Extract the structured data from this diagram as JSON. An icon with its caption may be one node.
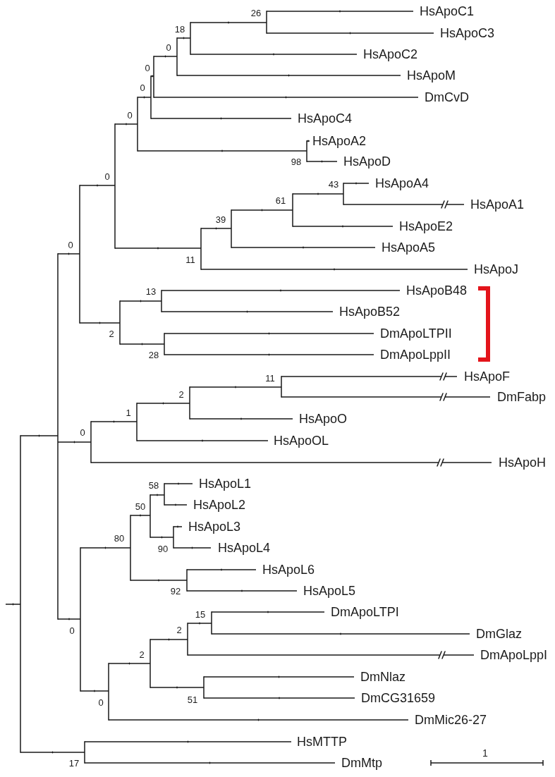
{
  "diagram": {
    "nodes": [
      {
        "text": [],
        "shape": "line"
      },
      {
        "text": [],
        "shape": "line"
      },
      {
        "text": [],
        "shape": "line",
        "beside": [
          "0"
        ]
      },
      {
        "text": [],
        "shape": "line",
        "beside": [
          "0"
        ]
      },
      {
        "text": [],
        "shape": "line",
        "beside": [
          "0"
        ]
      },
      {
        "text": [],
        "shape": "line",
        "beside": [
          "0"
        ]
      },
      {
        "text": [],
        "shape": "line",
        "beside": [
          "0"
        ]
      },
      {
        "text": [],
        "shape": "line",
        "beside": [
          "0"
        ]
      },
      {
        "text": [],
        "shape": "line",
        "beside": [
          "18"
        ]
      },
      {
        "text": [],
        "shape": "line",
        "beside": [
          "26"
        ]
      },
      {
        "text": [
          "HsApoC1"
        ]
      },
      {
        "text": [
          "HsApoC3"
        ]
      },
      {
        "text": [
          "HsApoC2"
        ]
      },
      {
        "text": [
          "HsApoM"
        ]
      },
      {
        "text": [
          "DmCvD"
        ]
      },
      {
        "text": [
          "HsApoC4"
        ]
      },
      {
        "text": [],
        "shape": "line",
        "beside": [
          "98"
        ]
      },
      {
        "text": [
          "HsApoA2"
        ]
      },
      {
        "text": [
          "HsApoD"
        ]
      },
      {
        "text": [],
        "shape": "line",
        "beside": [
          "11"
        ]
      },
      {
        "text": [],
        "shape": "line",
        "beside": [
          "39"
        ]
      },
      {
        "text": [],
        "shape": "line",
        "beside": [
          "61"
        ]
      },
      {
        "text": [],
        "shape": "line",
        "beside": [
          "43"
        ]
      },
      {
        "text": [
          "HsApoA4"
        ]
      },
      {
        "text": [
          "HsApoA1"
        ]
      },
      {
        "text": [
          "HsApoE2"
        ]
      },
      {
        "text": [
          "HsApoA5"
        ]
      },
      {
        "text": [
          "HsApoJ"
        ]
      },
      {
        "text": [],
        "shape": "line",
        "beside": [
          "2"
        ]
      },
      {
        "text": [],
        "shape": "line",
        "beside": [
          "13"
        ]
      },
      {
        "text": [
          "HsApoB48"
        ]
      },
      {
        "text": [
          "HsApoB52"
        ]
      },
      {
        "text": [],
        "shape": "line",
        "beside": [
          "28"
        ]
      },
      {
        "text": [
          "DmApoLTPII"
        ]
      },
      {
        "text": [
          "DmApoLppII"
        ]
      },
      {
        "text": [],
        "shape": "line",
        "beside": [
          "0"
        ]
      },
      {
        "text": [],
        "shape": "line",
        "beside": [
          "1"
        ]
      },
      {
        "text": [],
        "shape": "line",
        "beside": [
          "2"
        ]
      },
      {
        "text": [],
        "shape": "line",
        "beside": [
          "11"
        ]
      },
      {
        "text": [
          "HsApoF"
        ]
      },
      {
        "text": [
          "DmFabp"
        ]
      },
      {
        "text": [
          "HsApoO"
        ]
      },
      {
        "text": [
          "HsApoOL"
        ]
      },
      {
        "text": [
          "HsApoH"
        ]
      },
      {
        "text": [],
        "shape": "line",
        "beside": [
          "0"
        ]
      },
      {
        "text": [],
        "shape": "line",
        "beside": [
          "80"
        ]
      },
      {
        "text": [],
        "shape": "line",
        "beside": [
          "50"
        ]
      },
      {
        "text": [],
        "shape": "line",
        "beside": [
          "58"
        ]
      },
      {
        "text": [
          "HsApoL1"
        ]
      },
      {
        "text": [
          "HsApoL2"
        ]
      },
      {
        "text": [],
        "shape": "line",
        "beside": [
          "90"
        ]
      },
      {
        "text": [
          "HsApoL3"
        ]
      },
      {
        "text": [
          "HsApoL4"
        ]
      },
      {
        "text": [],
        "shape": "line",
        "beside": [
          "92"
        ]
      },
      {
        "text": [
          "HsApoL6"
        ]
      },
      {
        "text": [
          "HsApoL5"
        ]
      },
      {
        "text": [],
        "shape": "line",
        "beside": [
          "0"
        ]
      },
      {
        "text": [],
        "shape": "line",
        "beside": [
          "2"
        ]
      },
      {
        "text": [],
        "shape": "line",
        "beside": [
          "2"
        ]
      },
      {
        "text": [],
        "shape": "line",
        "beside": [
          "15"
        ]
      },
      {
        "text": [
          "DmApoLTPI"
        ]
      },
      {
        "text": [
          "DmGlaz"
        ]
      },
      {
        "text": [
          "DmApoLppI"
        ]
      },
      {
        "text": [],
        "shape": "line",
        "beside": [
          "51"
        ]
      },
      {
        "text": [
          "DmNlaz"
        ]
      },
      {
        "text": [
          "DmCG31659"
        ]
      },
      {
        "text": [
          "DmMic26-27"
        ]
      },
      {
        "text": [],
        "shape": "line",
        "beside": [
          "17"
        ]
      },
      {
        "text": [
          "HsMTTP"
        ]
      },
      {
        "text": [
          "DmMtp"
        ]
      }
    ],
    "edges": [
      {
        "from": null,
        "to": 0,
        "arrow": "none"
      },
      {
        "from": 0,
        "to": 1,
        "arrow": "none"
      },
      {
        "from": 1,
        "to": 2,
        "arrow": "none"
      },
      {
        "from": 2,
        "to": 3,
        "arrow": "none"
      },
      {
        "from": 3,
        "to": 4,
        "arrow": "none"
      },
      {
        "from": 4,
        "to": 5,
        "arrow": "none"
      },
      {
        "from": 5,
        "to": 6,
        "arrow": "none"
      },
      {
        "from": 6,
        "to": 7,
        "arrow": "none"
      },
      {
        "from": 7,
        "to": 8,
        "arrow": "none"
      },
      {
        "from": 8,
        "to": 9,
        "arrow": "none"
      },
      {
        "from": 9,
        "to": 10,
        "arrow": "none"
      },
      {
        "from": 9,
        "to": 11,
        "arrow": "none"
      },
      {
        "from": 8,
        "to": 12,
        "arrow": "none"
      },
      {
        "from": 7,
        "to": 13,
        "arrow": "none"
      },
      {
        "from": 6,
        "to": 14,
        "arrow": "none"
      },
      {
        "from": 5,
        "to": 15,
        "arrow": "none"
      },
      {
        "from": 4,
        "to": 16,
        "arrow": "none"
      },
      {
        "from": 16,
        "to": 17,
        "arrow": "none"
      },
      {
        "from": 16,
        "to": 18,
        "arrow": "none"
      },
      {
        "from": 3,
        "to": 19,
        "arrow": "none"
      },
      {
        "from": 19,
        "to": 20,
        "arrow": "none"
      },
      {
        "from": 20,
        "to": 21,
        "arrow": "none"
      },
      {
        "from": 21,
        "to": 22,
        "arrow": "none"
      },
      {
        "from": 22,
        "to": 23,
        "arrow": "none"
      },
      {
        "from": 22,
        "to": 24,
        "arrow": "none"
      },
      {
        "from": 21,
        "to": 25,
        "arrow": "none"
      },
      {
        "from": 20,
        "to": 26,
        "arrow": "none"
      },
      {
        "from": 19,
        "to": 27,
        "arrow": "none"
      },
      {
        "from": 2,
        "to": 28,
        "arrow": "none"
      },
      {
        "from": 28,
        "to": 29,
        "arrow": "none"
      },
      {
        "from": 29,
        "to": 30,
        "arrow": "none"
      },
      {
        "from": 29,
        "to": 31,
        "arrow": "none"
      },
      {
        "from": 28,
        "to": 32,
        "arrow": "none"
      },
      {
        "from": 32,
        "to": 33,
        "arrow": "none"
      },
      {
        "from": 32,
        "to": 34,
        "arrow": "none"
      },
      {
        "from": 1,
        "to": 35,
        "arrow": "none"
      },
      {
        "from": 35,
        "to": 36,
        "arrow": "none"
      },
      {
        "from": 36,
        "to": 37,
        "arrow": "none"
      },
      {
        "from": 37,
        "to": 38,
        "arrow": "none"
      },
      {
        "from": 38,
        "to": 39,
        "arrow": "none"
      },
      {
        "from": 38,
        "to": 40,
        "arrow": "none"
      },
      {
        "from": 37,
        "to": 41,
        "arrow": "none"
      },
      {
        "from": 36,
        "to": 42,
        "arrow": "none"
      },
      {
        "from": 35,
        "to": 43,
        "arrow": "none"
      },
      {
        "from": 1,
        "to": 44,
        "arrow": "none"
      },
      {
        "from": 44,
        "to": 45,
        "arrow": "none"
      },
      {
        "from": 45,
        "to": 46,
        "arrow": "none"
      },
      {
        "from": 46,
        "to": 47,
        "arrow": "none"
      },
      {
        "from": 47,
        "to": 48,
        "arrow": "none"
      },
      {
        "from": 47,
        "to": 49,
        "arrow": "none"
      },
      {
        "from": 46,
        "to": 50,
        "arrow": "none"
      },
      {
        "from": 50,
        "to": 51,
        "arrow": "none"
      },
      {
        "from": 50,
        "to": 52,
        "arrow": "none"
      },
      {
        "from": 45,
        "to": 53,
        "arrow": "none"
      },
      {
        "from": 53,
        "to": 54,
        "arrow": "none"
      },
      {
        "from": 53,
        "to": 55,
        "arrow": "none"
      },
      {
        "from": 44,
        "to": 56,
        "arrow": "none"
      },
      {
        "from": 56,
        "to": 57,
        "arrow": "none"
      },
      {
        "from": 57,
        "to": 58,
        "arrow": "none"
      },
      {
        "from": 58,
        "to": 59,
        "arrow": "none"
      },
      {
        "from": 59,
        "to": 60,
        "arrow": "none"
      },
      {
        "from": 59,
        "to": 61,
        "arrow": "none"
      },
      {
        "from": 58,
        "to": 62,
        "arrow": "none"
      },
      {
        "from": 57,
        "to": 63,
        "arrow": "none"
      },
      {
        "from": 63,
        "to": 64,
        "arrow": "none"
      },
      {
        "from": 63,
        "to": 65,
        "arrow": "none"
      },
      {
        "from": 56,
        "to": 66,
        "arrow": "none"
      },
      {
        "from": 0,
        "to": 67,
        "arrow": "none"
      },
      {
        "from": 67,
        "to": 68,
        "arrow": "none"
      },
      {
        "from": 67,
        "to": 69,
        "arrow": "none"
      }
    ],
    "labels": [
      "1"
    ]
  }
}
